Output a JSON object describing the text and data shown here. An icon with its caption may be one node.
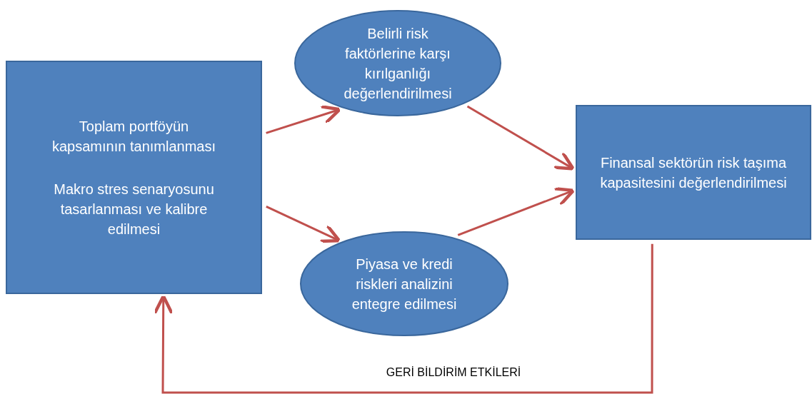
{
  "diagram": {
    "nodes": [
      {
        "text": [
          "Toplam portföyün kapsamının tanımlanması",
          "Makro stres senaryosunu tasarlanması ve kalibre edilmesi"
        ]
      },
      {
        "text": [
          "Belirli risk faktörlerine karşı kırılganlığı değerlendirilmesi"
        ]
      },
      {
        "text": [
          "Piyasa ve kredi riskleri analizini entegre edilmesi"
        ]
      },
      {
        "text": [
          "Finansal sektörün risk taşıma kapasitesini değerlendirilmesi"
        ]
      }
    ],
    "edges": [
      {
        "from": 0,
        "to": 1,
        "arrow": "to"
      },
      {
        "from": 0,
        "to": 2,
        "arrow": "to"
      },
      {
        "from": 1,
        "to": 3,
        "arrow": "to"
      },
      {
        "from": 2,
        "to": 3,
        "arrow": "to"
      },
      {
        "from": 3,
        "to": 0,
        "arrow": "to",
        "label": "GERİ BİLDİRİM ETKİLERİ"
      }
    ]
  }
}
